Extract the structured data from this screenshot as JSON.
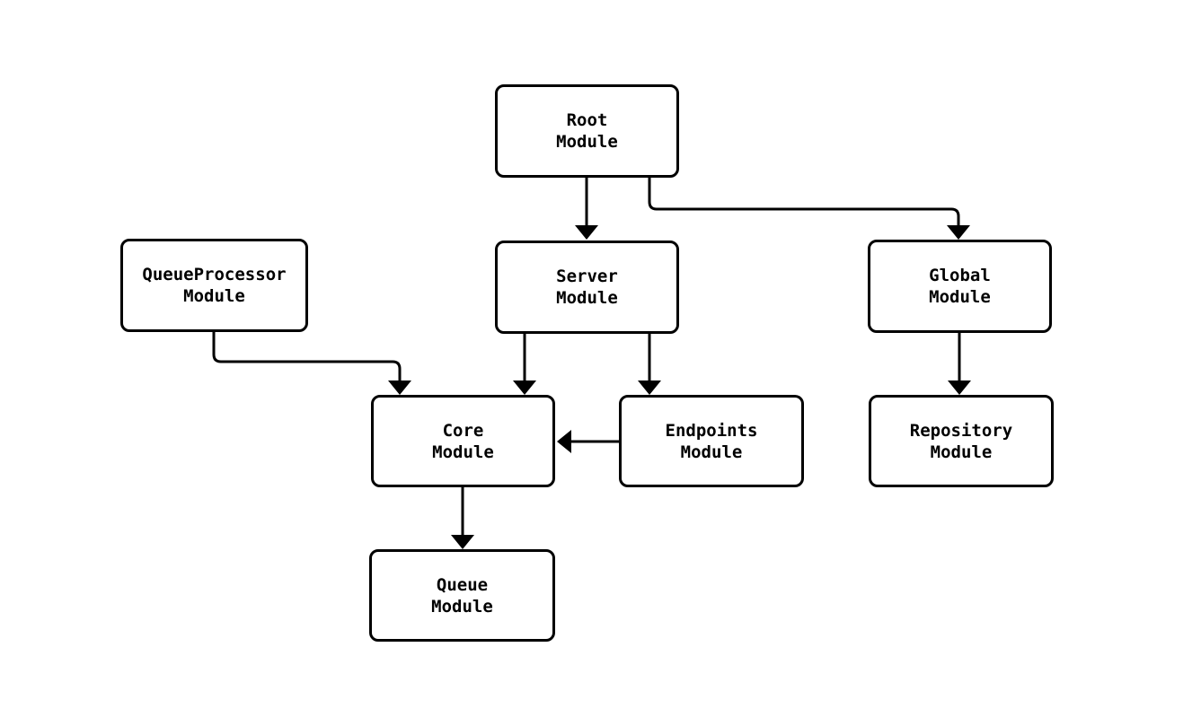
{
  "diagram": {
    "kind": "module-dependency-graph",
    "background_color": "#ffffff",
    "node_fill_color": "#ffffff",
    "node_border_color": "#000000",
    "edge_color": "#000000",
    "text_color": "#000000",
    "nodes": [
      {
        "id": "root",
        "label": "Root\nModule"
      },
      {
        "id": "server",
        "label": "Server\nModule"
      },
      {
        "id": "global",
        "label": "Global\nModule"
      },
      {
        "id": "queueprocessor",
        "label": "QueueProcessor\nModule"
      },
      {
        "id": "core",
        "label": "Core\nModule"
      },
      {
        "id": "endpoints",
        "label": "Endpoints\nModule"
      },
      {
        "id": "repository",
        "label": "Repository\nModule"
      },
      {
        "id": "queue",
        "label": "Queue\nModule"
      }
    ],
    "edges": [
      {
        "from": "root",
        "to": "server"
      },
      {
        "from": "root",
        "to": "global"
      },
      {
        "from": "queueprocessor",
        "to": "core"
      },
      {
        "from": "server",
        "to": "core"
      },
      {
        "from": "server",
        "to": "endpoints"
      },
      {
        "from": "endpoints",
        "to": "core"
      },
      {
        "from": "core",
        "to": "queue"
      },
      {
        "from": "global",
        "to": "repository"
      }
    ]
  }
}
